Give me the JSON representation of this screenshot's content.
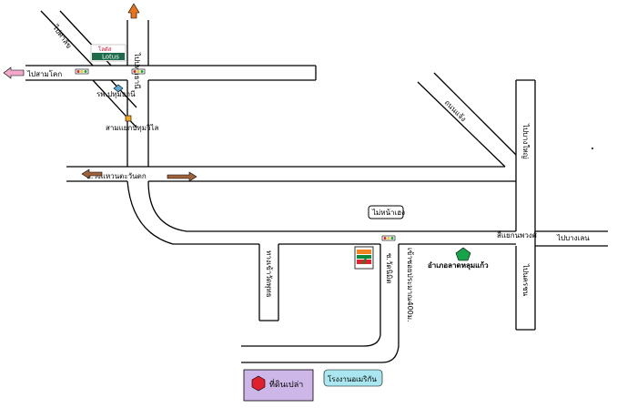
{
  "labels": {
    "to_samkhok": "ไปสามโคก",
    "to_pathumthani_top": "ไปปทุมธานี",
    "lotus_brand": "Lotus",
    "lotus_top": "โลตัส",
    "hospital": "รพ.ปทุมธานี",
    "pathumwilai_intersection": "สามแยกปทุมวิไล",
    "ring_road_west": "ถ.วงแหวนตะวันตก",
    "road_diag_left": "ไปศาลีข",
    "road_diag_right": "ถนนแจ้ง",
    "to_bangyai": "ไปบางใหญ่",
    "mai_nam_sheng": "ไม่หน้าเฮง",
    "sisae_intersection": "สี่แยกนพวงศ์",
    "to_bangplen": "ไปบางเลน",
    "amphoe_lat_lum_kaeo": "อำเภอลาดหลุมแก้ว",
    "to_nakhon": "ไปนครชน",
    "phraphutthabat_rd": "ทางเข้าวัดพุทธ",
    "entry_400m": "เข้าซอยประมาณ400ม.",
    "wat_road": "ซ.วัดนิมิต",
    "seven_eleven": "7",
    "empty_land": "ที่ดินเปล่า",
    "school": "โรงงานอเมริกัน"
  },
  "colors": {
    "road_stroke": "#000000",
    "road_fill": "#ffffff",
    "arrow_orange": "#e8731a",
    "arrow_brown": "#a0623a",
    "arrow_pink": "#f2a8c8",
    "hospital_diamond": "#5aa9d8",
    "land_box": "#cdb6e8",
    "land_hexagon": "#e0202a",
    "school_box": "#a9e6ef",
    "amphoe_pentagon": "#16a34a",
    "seven_orange": "#f58220",
    "seven_green": "#0a8a3a",
    "seven_red": "#e3212b",
    "lotus_green": "#1d6b4a"
  },
  "icons": [
    "traffic-light-icon",
    "hospital-icon",
    "seven-eleven-icon",
    "lotus-logo-icon",
    "amphoe-marker-icon",
    "empty-land-marker-icon"
  ]
}
